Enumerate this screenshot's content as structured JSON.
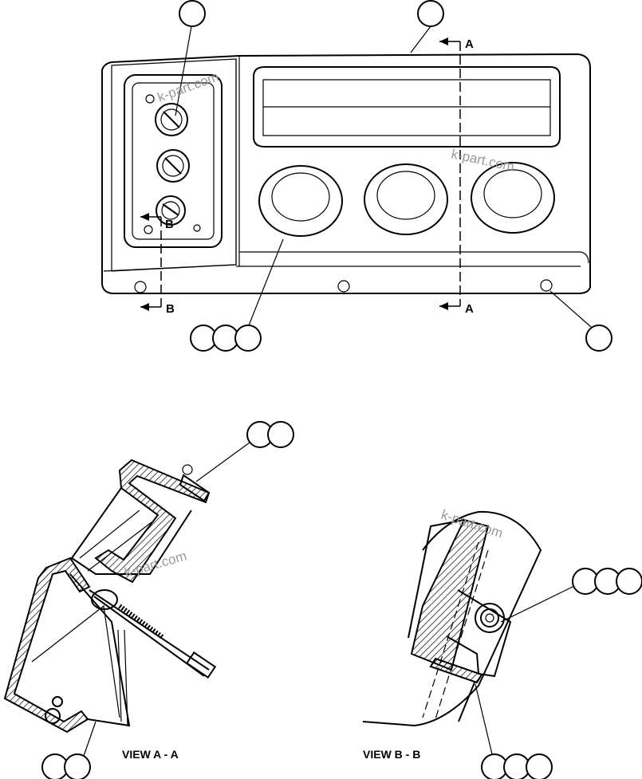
{
  "section_markers": {
    "a_top": "A",
    "a_bottom": "A",
    "b_left": "B",
    "b_inner": "B"
  },
  "view_labels": {
    "view_a": "VIEW A - A",
    "view_b": "VIEW B - B"
  },
  "watermarks": [
    "k-part.com",
    "k-part.com",
    "k-part.com",
    "k-part.com"
  ]
}
